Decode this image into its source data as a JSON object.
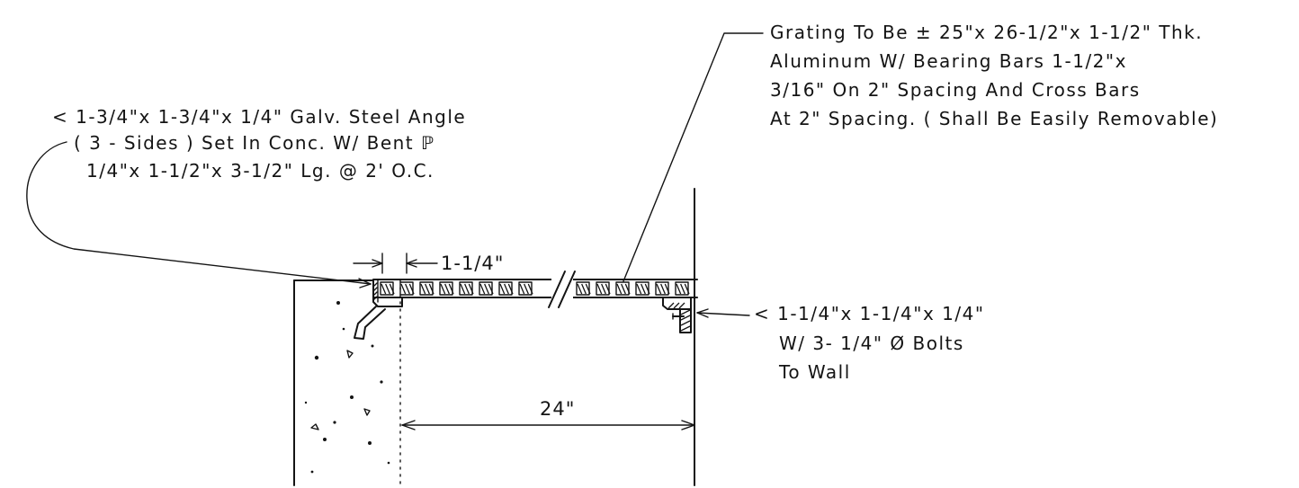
{
  "notes": {
    "grating": [
      "Grating To Be ± 25\"x 26-1/2\"x 1-1/2\" Thk.",
      "Aluminum  W/ Bearing Bars 1-1/2\"x",
      "3/16\" On 2\" Spacing And Cross Bars",
      "At 2\" Spacing. ( Shall Be Easily Removable)"
    ],
    "angle": [
      "< 1-3/4\"x 1-3/4\"x 1/4\" Galv. Steel Angle",
      "( 3 - Sides ) Set In Conc. W/ Bent ℙ",
      "1/4\"x 1-1/2\"x 3-1/2\" Lg. @  2' O.C."
    ],
    "bolts": [
      "< 1-1/4\"x 1-1/4\"x 1/4\"",
      "W/ 3- 1/4\" Ø Bolts",
      "To Wall"
    ]
  },
  "dimensions": {
    "offset": "1-1/4\"",
    "width": "24\""
  }
}
